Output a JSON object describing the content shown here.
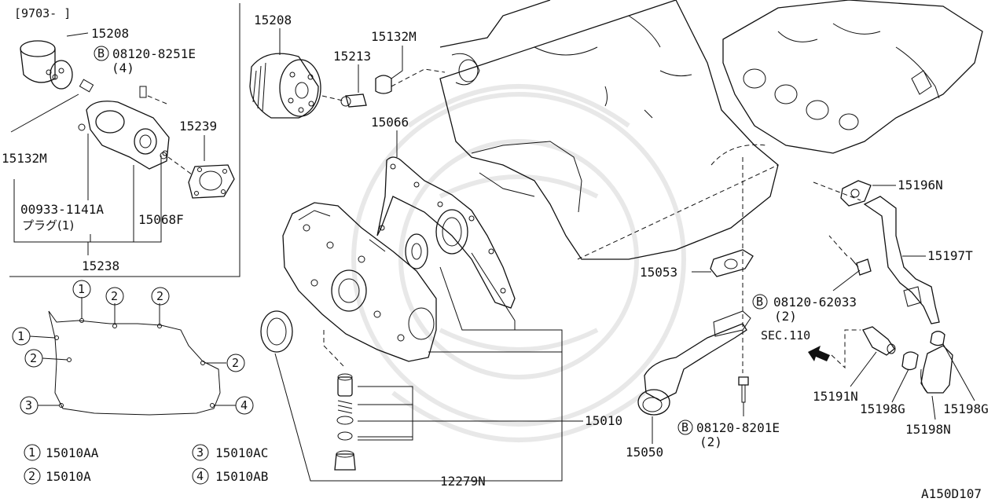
{
  "diagram": {
    "inset_date": "[9703-      ]",
    "drawing_code": "A150D107",
    "labels": {
      "l15208_inset": "15208",
      "l08120_8251E": "08120-8251E",
      "l08120_8251E_qty": "(4)",
      "l15132M_inset": "15132M",
      "l15239": "15239",
      "l00933": "00933-1141A",
      "l_plug": "プラグ(1)",
      "l15068F": "15068F",
      "l15238": "15238",
      "l15208_main": "15208",
      "l15213": "15213",
      "l15132M_main": "15132M",
      "l15066": "15066",
      "l15196N": "15196N",
      "l15197T": "15197T",
      "l15053": "15053",
      "l08120_62033": "08120-62033",
      "l08120_62033_qty": "(2)",
      "lSEC110": "SEC.110",
      "l15010": "15010",
      "l12279N": "12279N",
      "l15050": "15050",
      "l08120_8201E": "08120-8201E",
      "l08120_8201E_qty": "(2)",
      "l15191N": "15191N",
      "l15198G_a": "15198G",
      "l15198G_b": "15198G",
      "l15198N": "15198N"
    },
    "bolt_marker": "B",
    "callouts": {
      "c1": "1",
      "c2": "2",
      "c3": "3",
      "c4": "4"
    },
    "legend": [
      {
        "num": "1",
        "part": "15010AA"
      },
      {
        "num": "2",
        "part": "15010A"
      },
      {
        "num": "3",
        "part": "15010AC"
      },
      {
        "num": "4",
        "part": "15010AB"
      }
    ]
  }
}
